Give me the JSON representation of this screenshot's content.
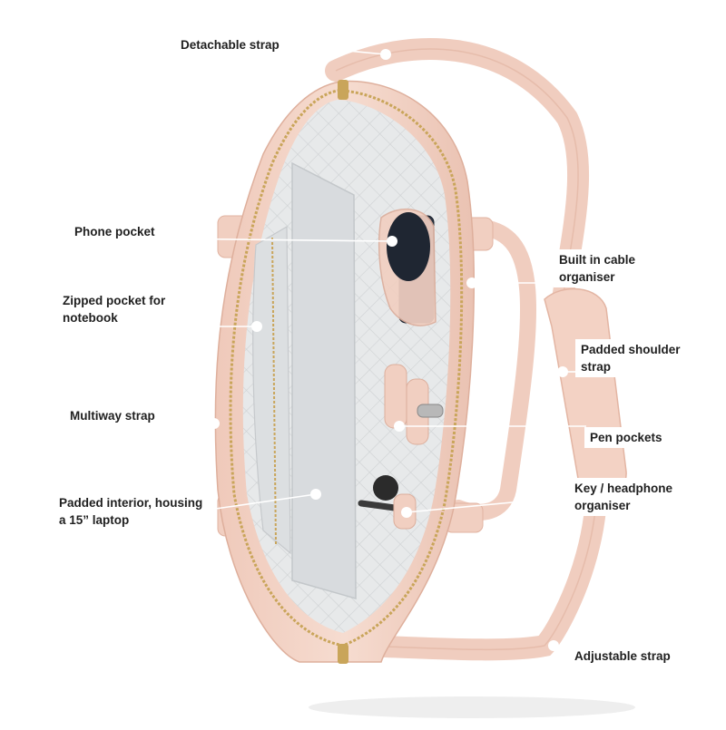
{
  "callouts": {
    "detachable_strap": "Detachable strap",
    "phone_pocket": "Phone pocket",
    "zipped_pocket": [
      "Zipped pocket for",
      "notebook"
    ],
    "multiway_strap": "Multiway strap",
    "padded_interior": [
      "Padded interior, housing",
      "a 15” laptop"
    ],
    "cable_organiser": [
      "Built in cable",
      "organiser"
    ],
    "padded_shoulder_strap": [
      "Padded shoulder",
      "strap"
    ],
    "pen_pockets": "Pen pockets",
    "key_organiser": [
      "Key / headphone",
      "organiser"
    ],
    "adjustable_strap": "Adjustable strap"
  },
  "colors": {
    "leather": "#f2d3c6",
    "leather_shadow": "#e3b9a8",
    "lining": "#e6e8e9",
    "laptop": "#d9dcdf",
    "zipper": "#c9a55a",
    "leader_line": "#ffffff"
  }
}
